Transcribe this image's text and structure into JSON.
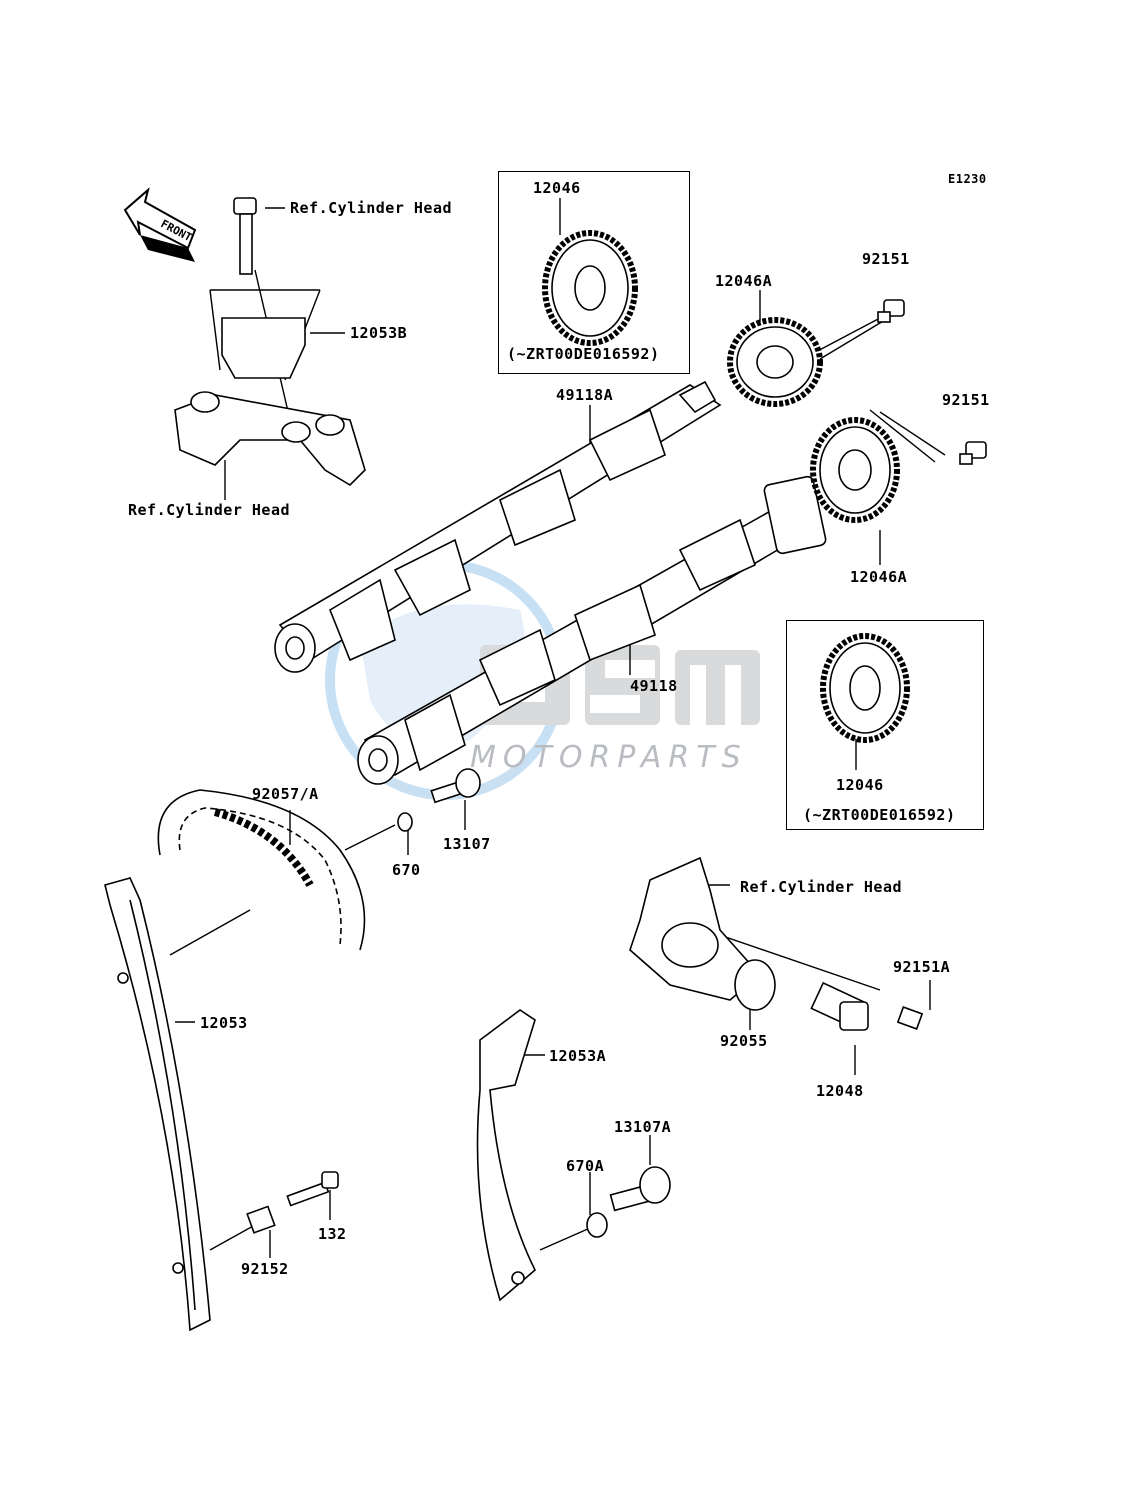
{
  "diagram_code": "E1230",
  "front_label": "FRONT",
  "watermark": {
    "brand": "osm",
    "text": "MOTORPARTS"
  },
  "refs": {
    "cyl_head_top": "Ref.Cylinder Head",
    "cyl_head_left": "Ref.Cylinder Head",
    "cyl_head_right": "Ref.Cylinder Head"
  },
  "parts": {
    "p12046_top": "12046",
    "p12046_top_note": "(~ZRT00DE016592)",
    "p12046_bottom": "12046",
    "p12046_bottom_note": "(~ZRT00DE016592)",
    "p12046A_top": "12046A",
    "p12046A_bottom": "12046A",
    "p92151_top": "92151",
    "p92151_mid": "92151",
    "p12053B": "12053B",
    "p49118A": "49118A",
    "p49118": "49118",
    "p92057A": "92057/A",
    "p13107": "13107",
    "p670": "670",
    "p12053": "12053",
    "p92152": "92152",
    "p132": "132",
    "p12053A": "12053A",
    "p13107A": "13107A",
    "p670A": "670A",
    "p92055": "92055",
    "p12048": "12048",
    "p92151A": "92151A"
  },
  "colors": {
    "watermark_blue": "#9cc7ea",
    "watermark_gray": "#b9bcc0",
    "line": "#000000"
  }
}
